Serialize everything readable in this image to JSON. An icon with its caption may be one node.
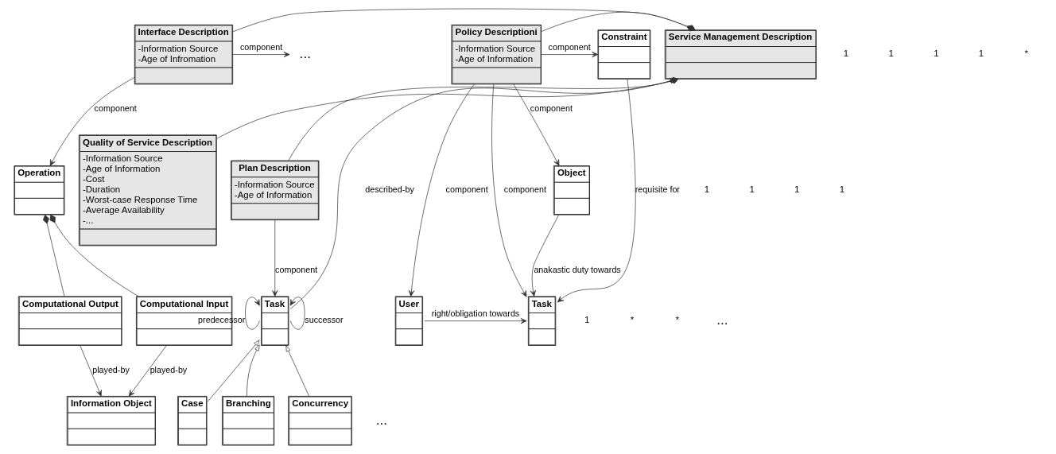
{
  "diagram": {
    "nodes": [
      {
        "text": [
          "Interface Description",
          "-Information Source",
          "-Age of Infromation"
        ]
      },
      {
        "text": [
          "Service Management Description"
        ]
      },
      {
        "text": [
          "Policy Descriptioni",
          "-Information Source",
          "-Age of Information"
        ]
      },
      {
        "text": [
          "Constraint"
        ]
      },
      {
        "text": [
          "..."
        ]
      },
      {
        "text": [
          "Operation"
        ]
      },
      {
        "text": [
          "Quality of Service Description",
          "-Information Source",
          "-Age of Information",
          "-Cost",
          "-Duration",
          "-Worst-case Response Time",
          "-Average Availability",
          "-..."
        ]
      },
      {
        "text": [
          "Plan Description",
          "-Information Source",
          "-Age of Information"
        ]
      },
      {
        "text": [
          "Object"
        ]
      },
      {
        "text": [
          "Computational Input"
        ]
      },
      {
        "text": [
          "Computational Output"
        ]
      },
      {
        "text": [
          "Task"
        ]
      },
      {
        "text": [
          "User"
        ]
      },
      {
        "text": [
          "Task"
        ]
      },
      {
        "text": [
          "Information Object"
        ]
      },
      {
        "text": [
          "Case"
        ]
      },
      {
        "text": [
          "Branching"
        ]
      },
      {
        "text": [
          "Concurrency"
        ]
      }
    ],
    "edges": [
      {
        "from": 0,
        "to": 1,
        "arrow": "other"
      },
      {
        "from": 2,
        "to": 1,
        "arrow": "other"
      },
      {
        "from": 6,
        "to": 1,
        "arrow": "other"
      },
      {
        "from": 7,
        "to": 1,
        "arrow": "other"
      },
      {
        "from": 11,
        "to": 1,
        "arrow": "to",
        "label": "described-by"
      },
      {
        "from": 0,
        "to": 4,
        "arrow": "to",
        "label": "component"
      },
      {
        "from": 0,
        "to": 5,
        "arrow": "to",
        "label": "component"
      },
      {
        "from": 9,
        "to": 5,
        "arrow": "other"
      },
      {
        "from": 10,
        "to": 5,
        "arrow": "other"
      },
      {
        "from": 9,
        "to": 14,
        "arrow": "to",
        "label": "played-by"
      },
      {
        "from": 10,
        "to": 14,
        "arrow": "to",
        "label": "played-by"
      },
      {
        "from": 7,
        "to": 11,
        "arrow": "to",
        "label": "component"
      },
      {
        "from": 11,
        "to": 11,
        "arrow": "to",
        "label": "predecessor"
      },
      {
        "from": 11,
        "to": 11,
        "arrow": "to",
        "label": "successor"
      },
      {
        "from": 15,
        "to": 11,
        "arrow": "to"
      },
      {
        "from": 16,
        "to": 11,
        "arrow": "to"
      },
      {
        "from": 17,
        "to": 11,
        "arrow": "to"
      },
      {
        "from": 2,
        "to": 3,
        "arrow": "to",
        "label": "component"
      },
      {
        "from": 2,
        "to": 8,
        "arrow": "to",
        "label": "component"
      },
      {
        "from": 2,
        "to": 12,
        "arrow": "to",
        "label": "component"
      },
      {
        "from": 2,
        "to": 13,
        "arrow": "to",
        "label": "component"
      },
      {
        "from": 3,
        "to": 13,
        "arrow": "to",
        "label": "requisite for"
      },
      {
        "from": 8,
        "to": 13,
        "arrow": "to",
        "label": "anakastic duty towards"
      },
      {
        "from": 12,
        "to": 13,
        "arrow": "to",
        "label": "right/obligation towards"
      }
    ],
    "labels": [
      "1",
      "1",
      "1",
      "*",
      "1",
      "1",
      "1",
      "1",
      "1",
      "1",
      "*",
      "*",
      "...",
      "..."
    ]
  }
}
